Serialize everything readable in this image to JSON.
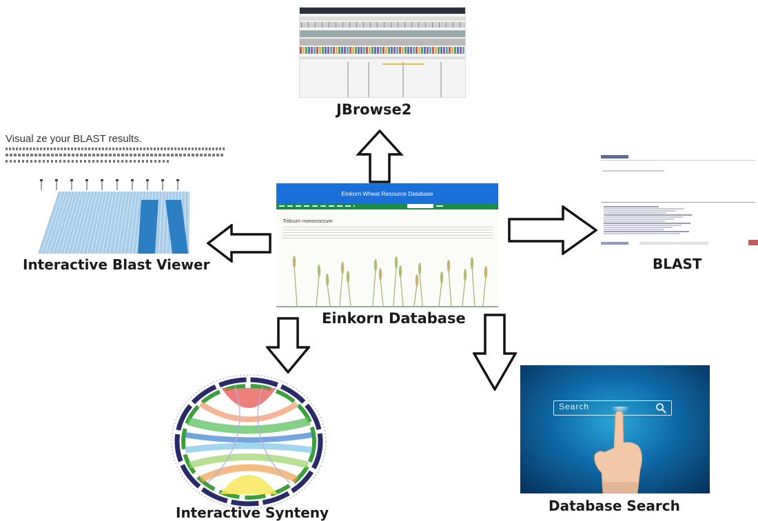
{
  "captions": {
    "jbrowse": "JBrowse2",
    "blast_viewer": "Interactive Blast Viewer",
    "einkorn": "Einkorn Database",
    "blast": "BLAST",
    "synteny": "Interactive Synteny",
    "search": "Database Search"
  },
  "einkorn_panel": {
    "banner": "Einkorn Wheat Resource Database",
    "species": "Triticum monococcum"
  },
  "blast_viewer_panel": {
    "heading": "Visual ze your BLAST results."
  },
  "search_panel": {
    "search_text": "Search"
  },
  "colors": {
    "banner_blue": "#1a6fd8",
    "nav_green": "#1c8c48",
    "blast_viewer_blue": "#3f8fd0",
    "search_bg": "#0f6aa8"
  },
  "icons": [
    "arrow-up-icon",
    "arrow-left-icon",
    "arrow-right-icon",
    "arrow-down-icon",
    "magnifier-icon",
    "pointing-hand-icon",
    "wheat-icon"
  ]
}
